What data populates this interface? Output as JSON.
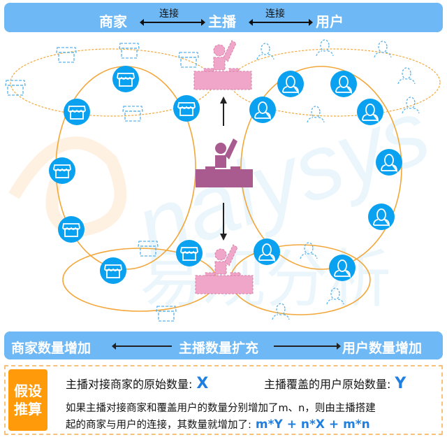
{
  "header": {
    "merchant": "商家",
    "anchor": "主播",
    "user": "用户",
    "connect_left": "连接",
    "connect_right": "连接"
  },
  "diagram": {
    "center_node": "dj-anchor-current",
    "top_node": "dj-anchor-expanded-top",
    "bottom_node": "dj-anchor-expanded-bottom",
    "merchant_icon": "store-icon",
    "user_icon": "user-icon",
    "colors": {
      "node_blue": "#0aa2f0",
      "anchor_dark": "#a95a8e",
      "anchor_light": "#f0a6c8",
      "ring_orange": "#f3a73a",
      "ghost_blue": "#59b3ea"
    },
    "watermark": "AnalysysYS 易观分析"
  },
  "summary": {
    "merchant_increase": "商家数量增加",
    "anchor_expand": "主播数量扩充",
    "user_increase": "用户数量增加"
  },
  "hypothesis": {
    "badge_line1": "假设",
    "badge_line2": "推算",
    "x_label": "主播对接商家的原始数量:",
    "x_value": "X",
    "y_label": "主播覆盖的用户原始数量:",
    "y_value": "Y",
    "desc_line1": "如果主播对接商家和覆盖用户的数量分别增加了m、n，则由主播搭建",
    "desc_line2": "起的商家与用户的连接，其数量就增加了:",
    "formula": "m*Y + n*X + m*n"
  }
}
